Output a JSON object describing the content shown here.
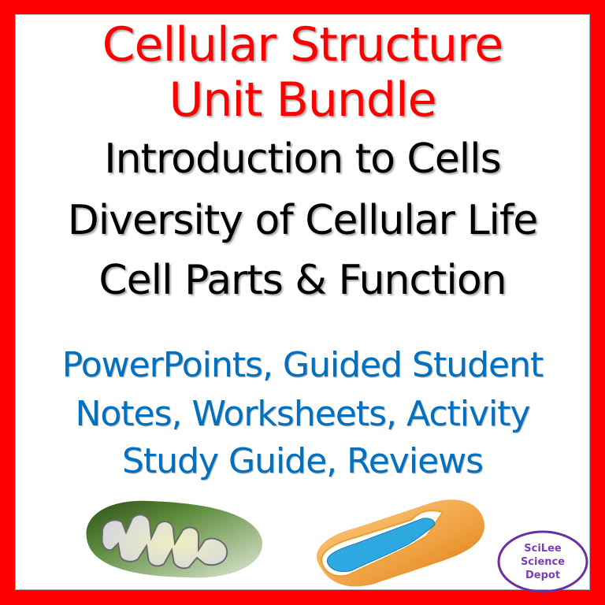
{
  "title": {
    "line1": "Cellular Structure",
    "line2": "Unit Bundle"
  },
  "topics": [
    "Introduction to Cells",
    "Diversity of Cellular Life",
    "Cell Parts & Function"
  ],
  "materials": [
    "PowerPoints, Guided Student",
    "Notes, Worksheets, Activity",
    "Study Guide, Reviews"
  ],
  "logo": {
    "lines": [
      "SciLee",
      "Science",
      "Depot"
    ]
  },
  "images": {
    "left": "green-mitochondrion-illustration",
    "right": "orange-mitochondrion-cutaway-illustration"
  },
  "colors": {
    "border": "#ff0000",
    "title": "#ff0000",
    "topics": "#000000",
    "materials": "#0070c0",
    "logo": "#7a3fb5"
  }
}
